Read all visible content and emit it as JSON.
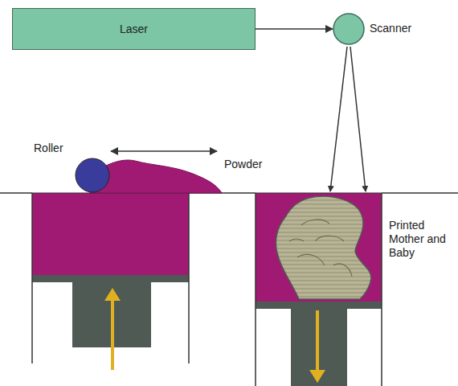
{
  "diagram": {
    "nodes": [
      {
        "text": [
          "Laser"
        ]
      },
      {
        "text": [
          "Scanner"
        ]
      }
    ],
    "edges": [
      {
        "from": 0,
        "to": 1,
        "arrow": "to"
      }
    ],
    "labels": [
      "Roller",
      "Powder",
      "Printed Mother and Baby"
    ]
  }
}
